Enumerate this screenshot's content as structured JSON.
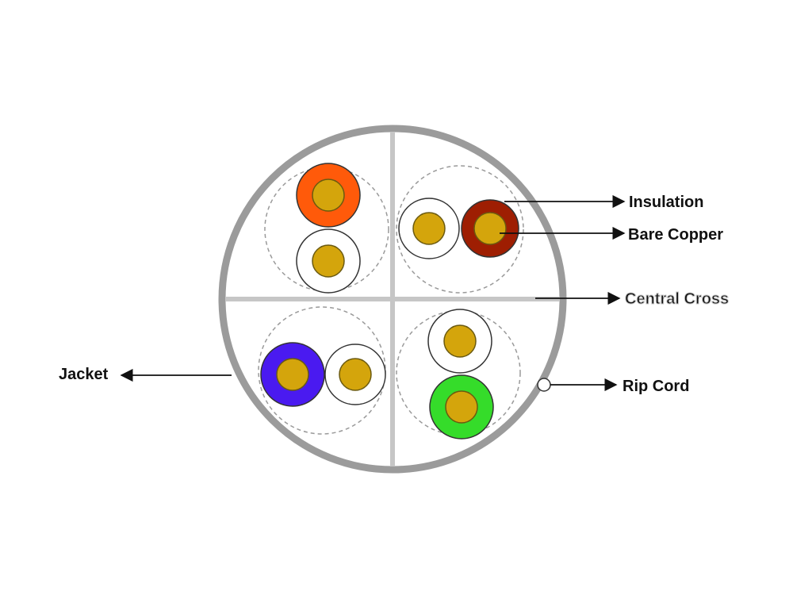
{
  "labels": {
    "insulation": "Insulation",
    "bare_copper": "Bare Copper",
    "central_cross": "Central Cross",
    "rip_cord": "Rip Cord",
    "jacket": "Jacket"
  },
  "colors": {
    "jacket": "#9b9b9b",
    "cross": "#c6c6c6",
    "copper": "#d4a50c",
    "copper_edge": "#6b5a10",
    "wire_outline": "#333333",
    "dashed": "#9a9a9a",
    "orange": "#ff5a0a",
    "white": "#ffffff",
    "brown": "#9e1e02",
    "blue": "#4a1af0",
    "green": "#35dc2a",
    "arrow": "#111111"
  },
  "pairs": [
    {
      "name": "orange-pair",
      "wires": [
        "orange",
        "white"
      ]
    },
    {
      "name": "brown-pair",
      "wires": [
        "white",
        "brown"
      ]
    },
    {
      "name": "blue-pair",
      "wires": [
        "blue",
        "white"
      ]
    },
    {
      "name": "green-pair",
      "wires": [
        "white",
        "green"
      ]
    }
  ]
}
